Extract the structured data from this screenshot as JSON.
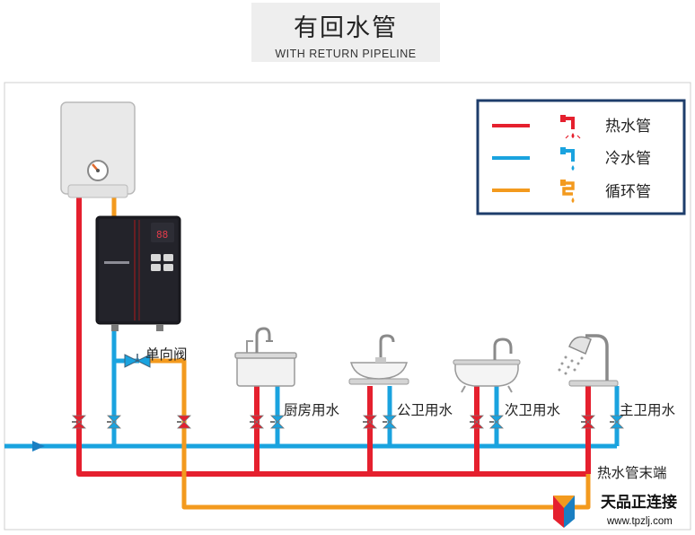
{
  "header": {
    "title": "有回水管",
    "subtitle": "WITH RETURN PIPELINE"
  },
  "legend": {
    "items": [
      {
        "label": "热水管",
        "color": "#e5202e",
        "icon": "hot-faucet-icon"
      },
      {
        "label": "冷水管",
        "color": "#1aa3df",
        "icon": "cold-faucet-icon"
      },
      {
        "label": "循环管",
        "color": "#f39a1e",
        "icon": "circulation-faucet-icon"
      }
    ],
    "border_color": "#1e3d6b"
  },
  "labels": {
    "check_valve": "单向阀",
    "kitchen": "厨房用水",
    "public_bath": "公卫用水",
    "second_bath": "次卫用水",
    "master_bath": "主卫用水",
    "hot_pipe_end": "热水管末端"
  },
  "watermark": {
    "brand": "天品正连接",
    "url": "www.tpzlj.com"
  },
  "colors": {
    "hot": "#e5202e",
    "cold": "#1aa3df",
    "circulation": "#f39a1e",
    "pump_body": "#1c1c22",
    "heater_body": "#e9e9e9"
  }
}
